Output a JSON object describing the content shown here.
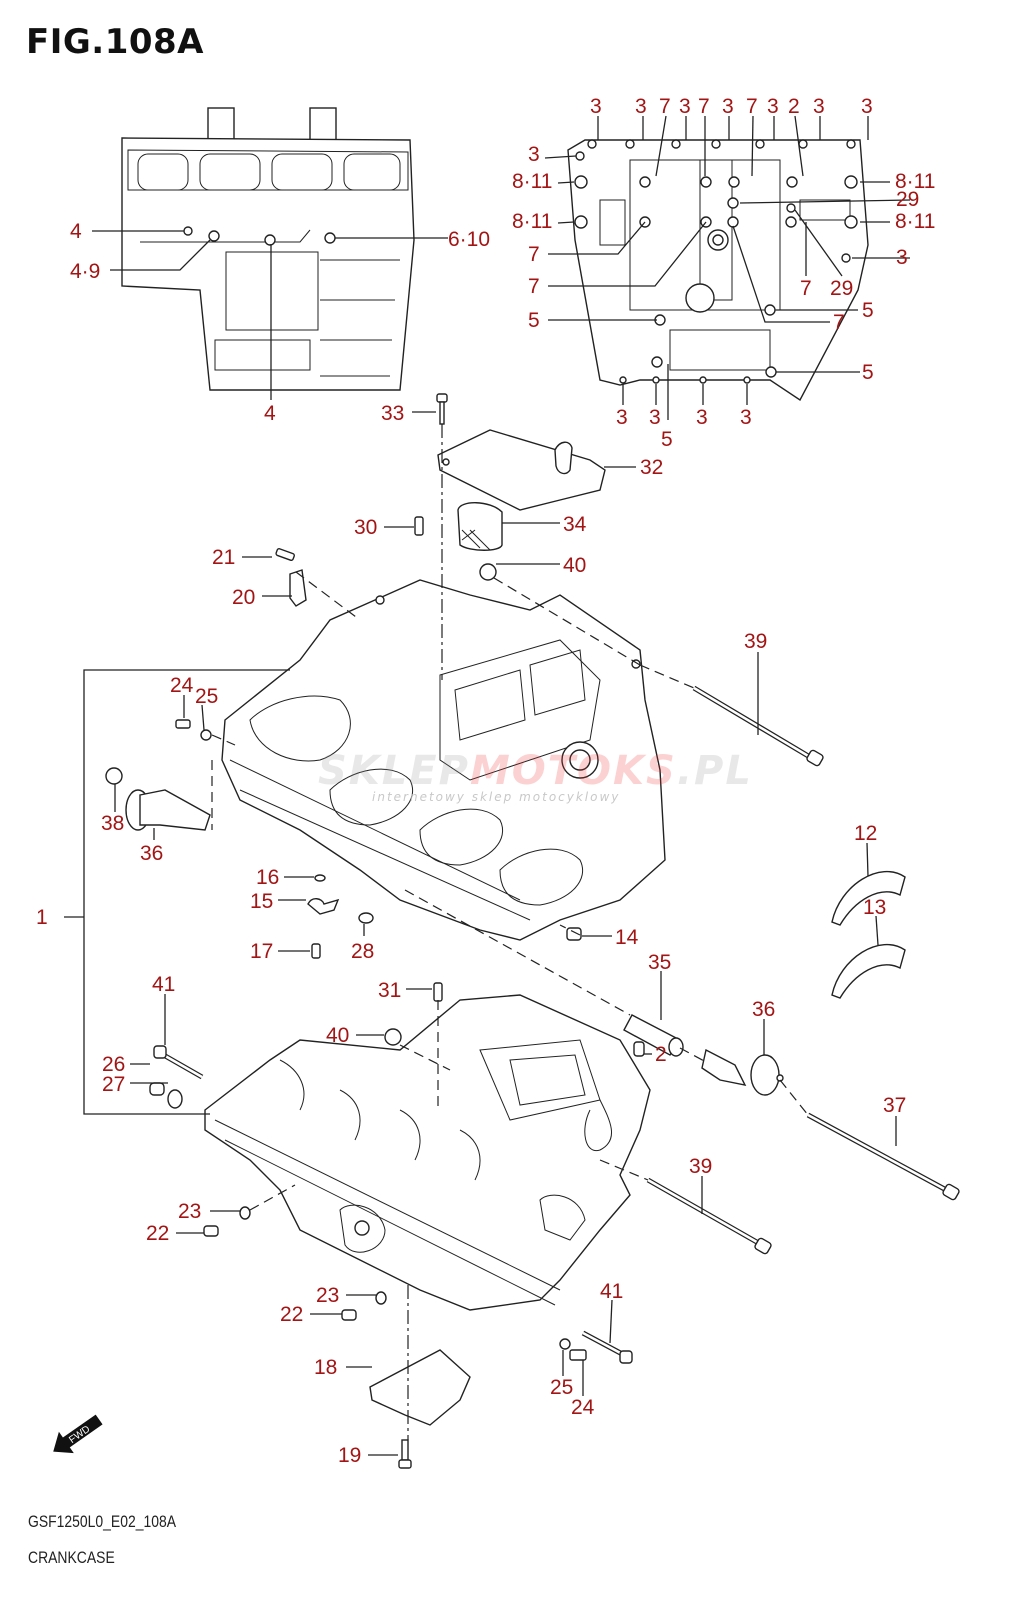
{
  "figure": {
    "title": "FIG.108A",
    "code": "GSF1250L0_E02_108A",
    "name": "CRANKCASE"
  },
  "watermark": {
    "part1": "SKLEP",
    "part2": "MOTO",
    "part3": "KS",
    "part4": ".PL",
    "subtitle": "internetowy sklep motocyklowy"
  },
  "fwd_label": "FWD",
  "colors": {
    "label": "#a31515",
    "line": "#222222"
  },
  "callouts": {
    "upper_left": [
      "4",
      "4·9",
      "6·10",
      "4"
    ],
    "upper_right_top": [
      "3",
      "3",
      "7",
      "3",
      "7",
      "3",
      "7",
      "3",
      "2",
      "3",
      "3"
    ],
    "upper_right_left": [
      "3",
      "8·11",
      "8·11",
      "7",
      "7",
      "5"
    ],
    "upper_right_right": [
      "8·11",
      "29",
      "8·11",
      "3",
      "7",
      "29",
      "5",
      "7",
      "5"
    ],
    "upper_right_bottom": [
      "3",
      "3",
      "3",
      "3",
      "5"
    ],
    "main": [
      "33",
      "32",
      "30",
      "34",
      "21",
      "40",
      "20",
      "39",
      "24",
      "25",
      "38",
      "36",
      "1",
      "12",
      "16",
      "15",
      "13",
      "14",
      "17",
      "28",
      "41",
      "31",
      "35",
      "40",
      "2",
      "36",
      "26",
      "27",
      "37",
      "39",
      "23",
      "22",
      "23",
      "22",
      "41",
      "18",
      "25",
      "24",
      "19"
    ]
  }
}
